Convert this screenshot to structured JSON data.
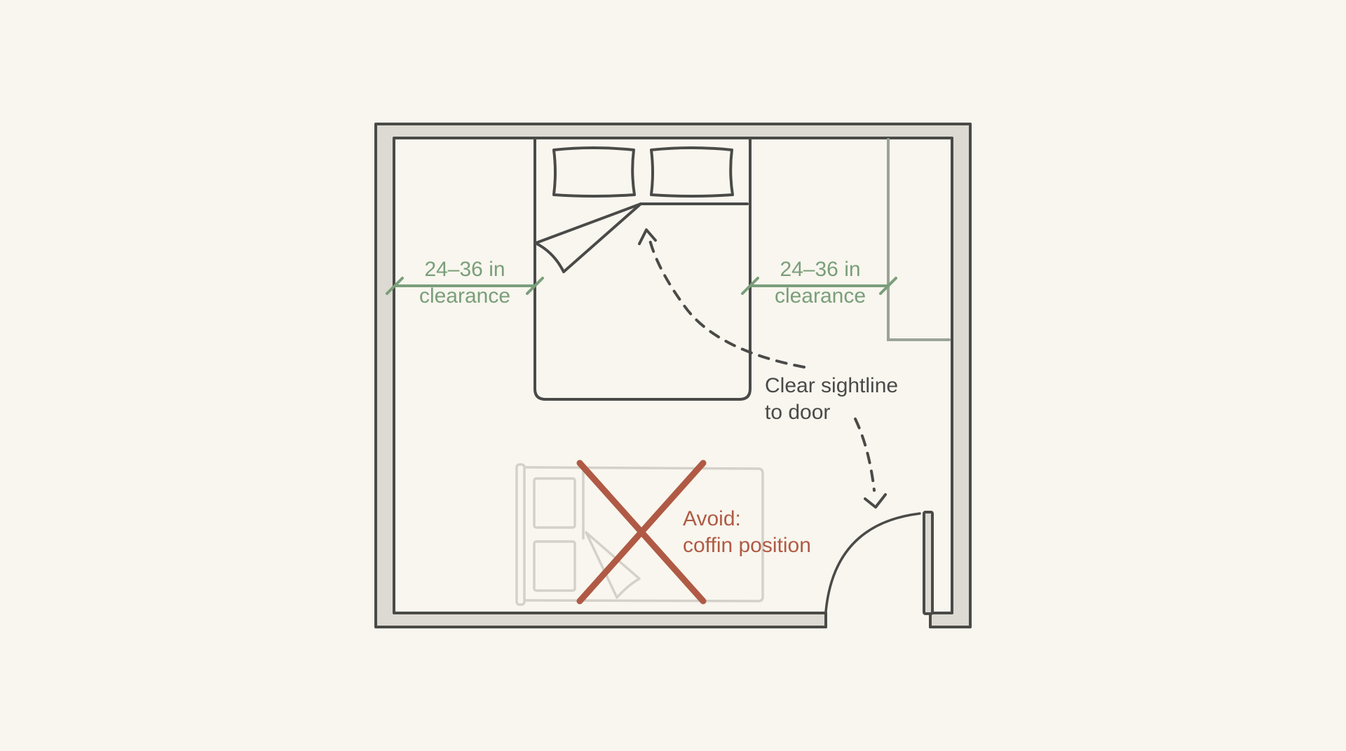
{
  "diagram": {
    "type": "bedroom floor plan",
    "colors": {
      "background": "#f8f6ee",
      "wall_fill": "#dcdad2",
      "line": "#4a4a48",
      "clearance": "#7a9e7a",
      "avoid": "#b05a45",
      "ghost": "#cfcdc6",
      "dresser": "#9aa396"
    },
    "labels": {
      "left_clearance": {
        "line1": "24–36 in",
        "line2": "clearance"
      },
      "right_clearance": {
        "line1": "24–36 in",
        "line2": "clearance"
      },
      "sightline": {
        "line1": "Clear sightline",
        "line2": "to door"
      },
      "avoid": {
        "line1": "Avoid:",
        "line2": "coffin position"
      }
    },
    "elements": [
      "room-walls",
      "bed-recommended",
      "pillows",
      "folded-sheet",
      "dresser",
      "door",
      "door-swing-arc",
      "bed-coffin-position-ghost",
      "red-x-mark",
      "dashed-sightline-arrows",
      "clearance-dimension-lines"
    ]
  }
}
